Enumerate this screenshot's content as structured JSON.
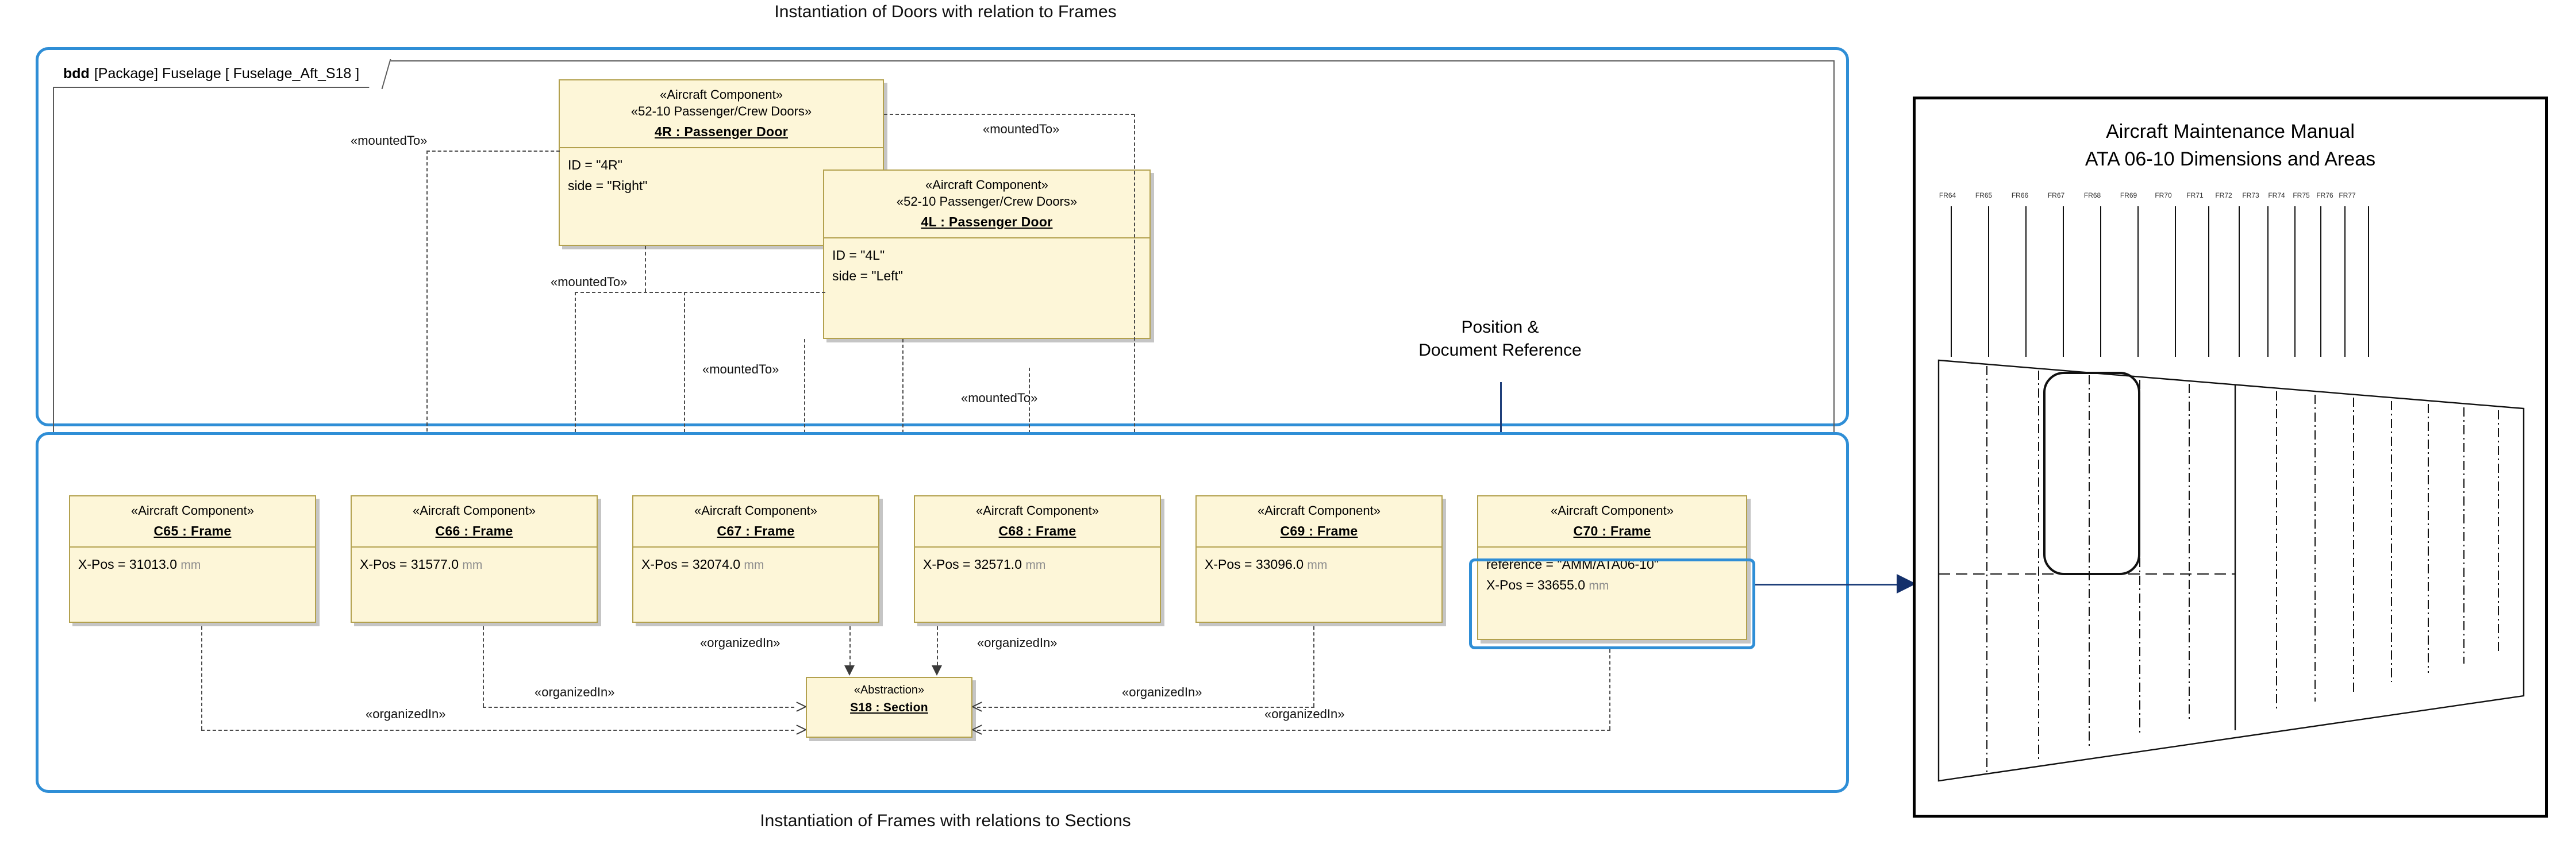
{
  "captions": {
    "top": "Instantiation of Doors with relation to Frames",
    "bottom": "Instantiation of Frames with relations to Sections"
  },
  "bdd": {
    "keyword": "bdd",
    "header": "[Package] Fuselage [ Fuselage_Aft_S18 ]"
  },
  "note": {
    "line1": "Position &",
    "line2": "Document Reference"
  },
  "stereotypes": {
    "aircraft_component": "«Aircraft Component»",
    "doors": "«52-10 Passenger/Crew  Doors»",
    "abstraction": "«Abstraction»"
  },
  "relations": {
    "mounted_to": "«mountedTo»",
    "organized_in": "«organizedIn»"
  },
  "doors": [
    {
      "stereo1": "«Aircraft Component»",
      "stereo2": "«52-10 Passenger/Crew  Doors»",
      "name": "4R : Passenger Door",
      "attrs": [
        {
          "text": "ID = \"4R\""
        },
        {
          "text": "side = \"Right\""
        }
      ]
    },
    {
      "stereo1": "«Aircraft Component»",
      "stereo2": "«52-10 Passenger/Crew  Doors»",
      "name": "4L : Passenger Door",
      "attrs": [
        {
          "text": "ID = \"4L\""
        },
        {
          "text": "side = \"Left\""
        }
      ]
    }
  ],
  "frames": [
    {
      "stereo": "«Aircraft Component»",
      "name": "C65 : Frame",
      "xpos": "X-Pos = 31013.0",
      "unit": "mm"
    },
    {
      "stereo": "«Aircraft Component»",
      "name": "C66 : Frame",
      "xpos": "X-Pos = 31577.0",
      "unit": "mm"
    },
    {
      "stereo": "«Aircraft Component»",
      "name": "C67 : Frame",
      "xpos": "X-Pos = 32074.0",
      "unit": "mm"
    },
    {
      "stereo": "«Aircraft Component»",
      "name": "C68 : Frame",
      "xpos": "X-Pos = 32571.0",
      "unit": "mm"
    },
    {
      "stereo": "«Aircraft Component»",
      "name": "C69 : Frame",
      "xpos": "X-Pos = 33096.0",
      "unit": "mm"
    },
    {
      "stereo": "«Aircraft Component»",
      "name": "C70 : Frame",
      "reference": "reference = \"AMM/ATA06-10\"",
      "xpos": "X-Pos = 33655.0",
      "unit": "mm"
    }
  ],
  "section": {
    "stereo": "«Abstraction»",
    "name": "S18 : Section"
  },
  "connector_labels": {
    "mounted": [
      "«mountedTo»",
      "«mountedTo»",
      "«mountedTo»",
      "«mountedTo»",
      "«mountedTo»",
      "«mountedTo»"
    ],
    "organized": [
      "«organizedIn»",
      "«organizedIn»",
      "«organizedIn»",
      "«organizedIn»",
      "«organizedIn»",
      "«organizedIn»"
    ]
  },
  "amm": {
    "title_line1": "Aircraft Maintenance Manual",
    "title_line2": "ATA 06-10 Dimensions and Areas",
    "frame_labels": [
      "FR64",
      "FR65",
      "FR66",
      "FR67",
      "FR68",
      "FR69",
      "FR70",
      "FR71",
      "FR72",
      "FR73",
      "FR74",
      "FR75",
      "FR76",
      "FR77"
    ]
  },
  "colors": {
    "accent_blue": "#2f8ed6",
    "arrow_blue": "#14306b",
    "block_fill": "#fdf6d8",
    "block_border": "#b3a14e",
    "connector": "#4a4a4a"
  }
}
